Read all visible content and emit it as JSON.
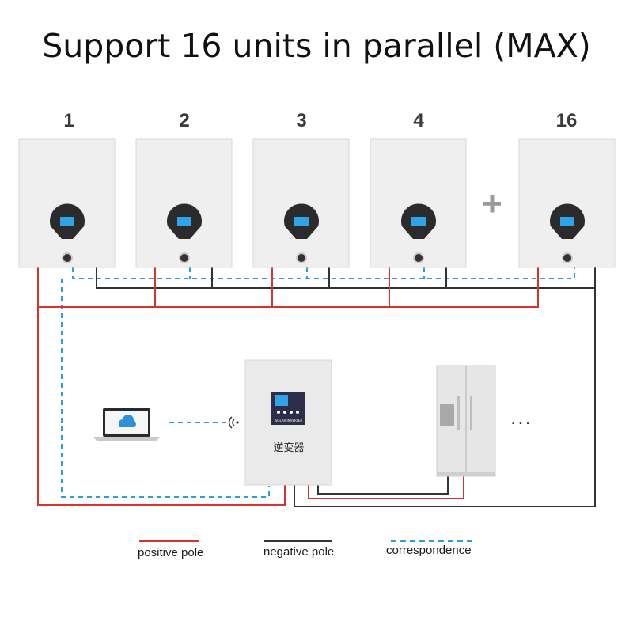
{
  "title": "Support 16 units in parallel (MAX)",
  "units": [
    {
      "number": "1"
    },
    {
      "number": "2"
    },
    {
      "number": "3"
    },
    {
      "number": "4"
    },
    {
      "number": "16"
    }
  ],
  "plus_sign": "+",
  "inverter": {
    "display_brand": "SOLAR INVERTER",
    "label": "逆变器"
  },
  "ellipsis": "...",
  "legend": {
    "positive": "positive pole",
    "negative": "negative pole",
    "communication": "correspondence"
  },
  "colors": {
    "positive_wire": "#d8322e",
    "negative_wire": "#333333",
    "communication_wire": "#2f9fd8",
    "unit_body": "#efefef",
    "screen": "#2fa3e8"
  },
  "icons": [
    "laptop-icon",
    "cloud-icon",
    "wifi-signal-icon",
    "refrigerator-icon"
  ]
}
